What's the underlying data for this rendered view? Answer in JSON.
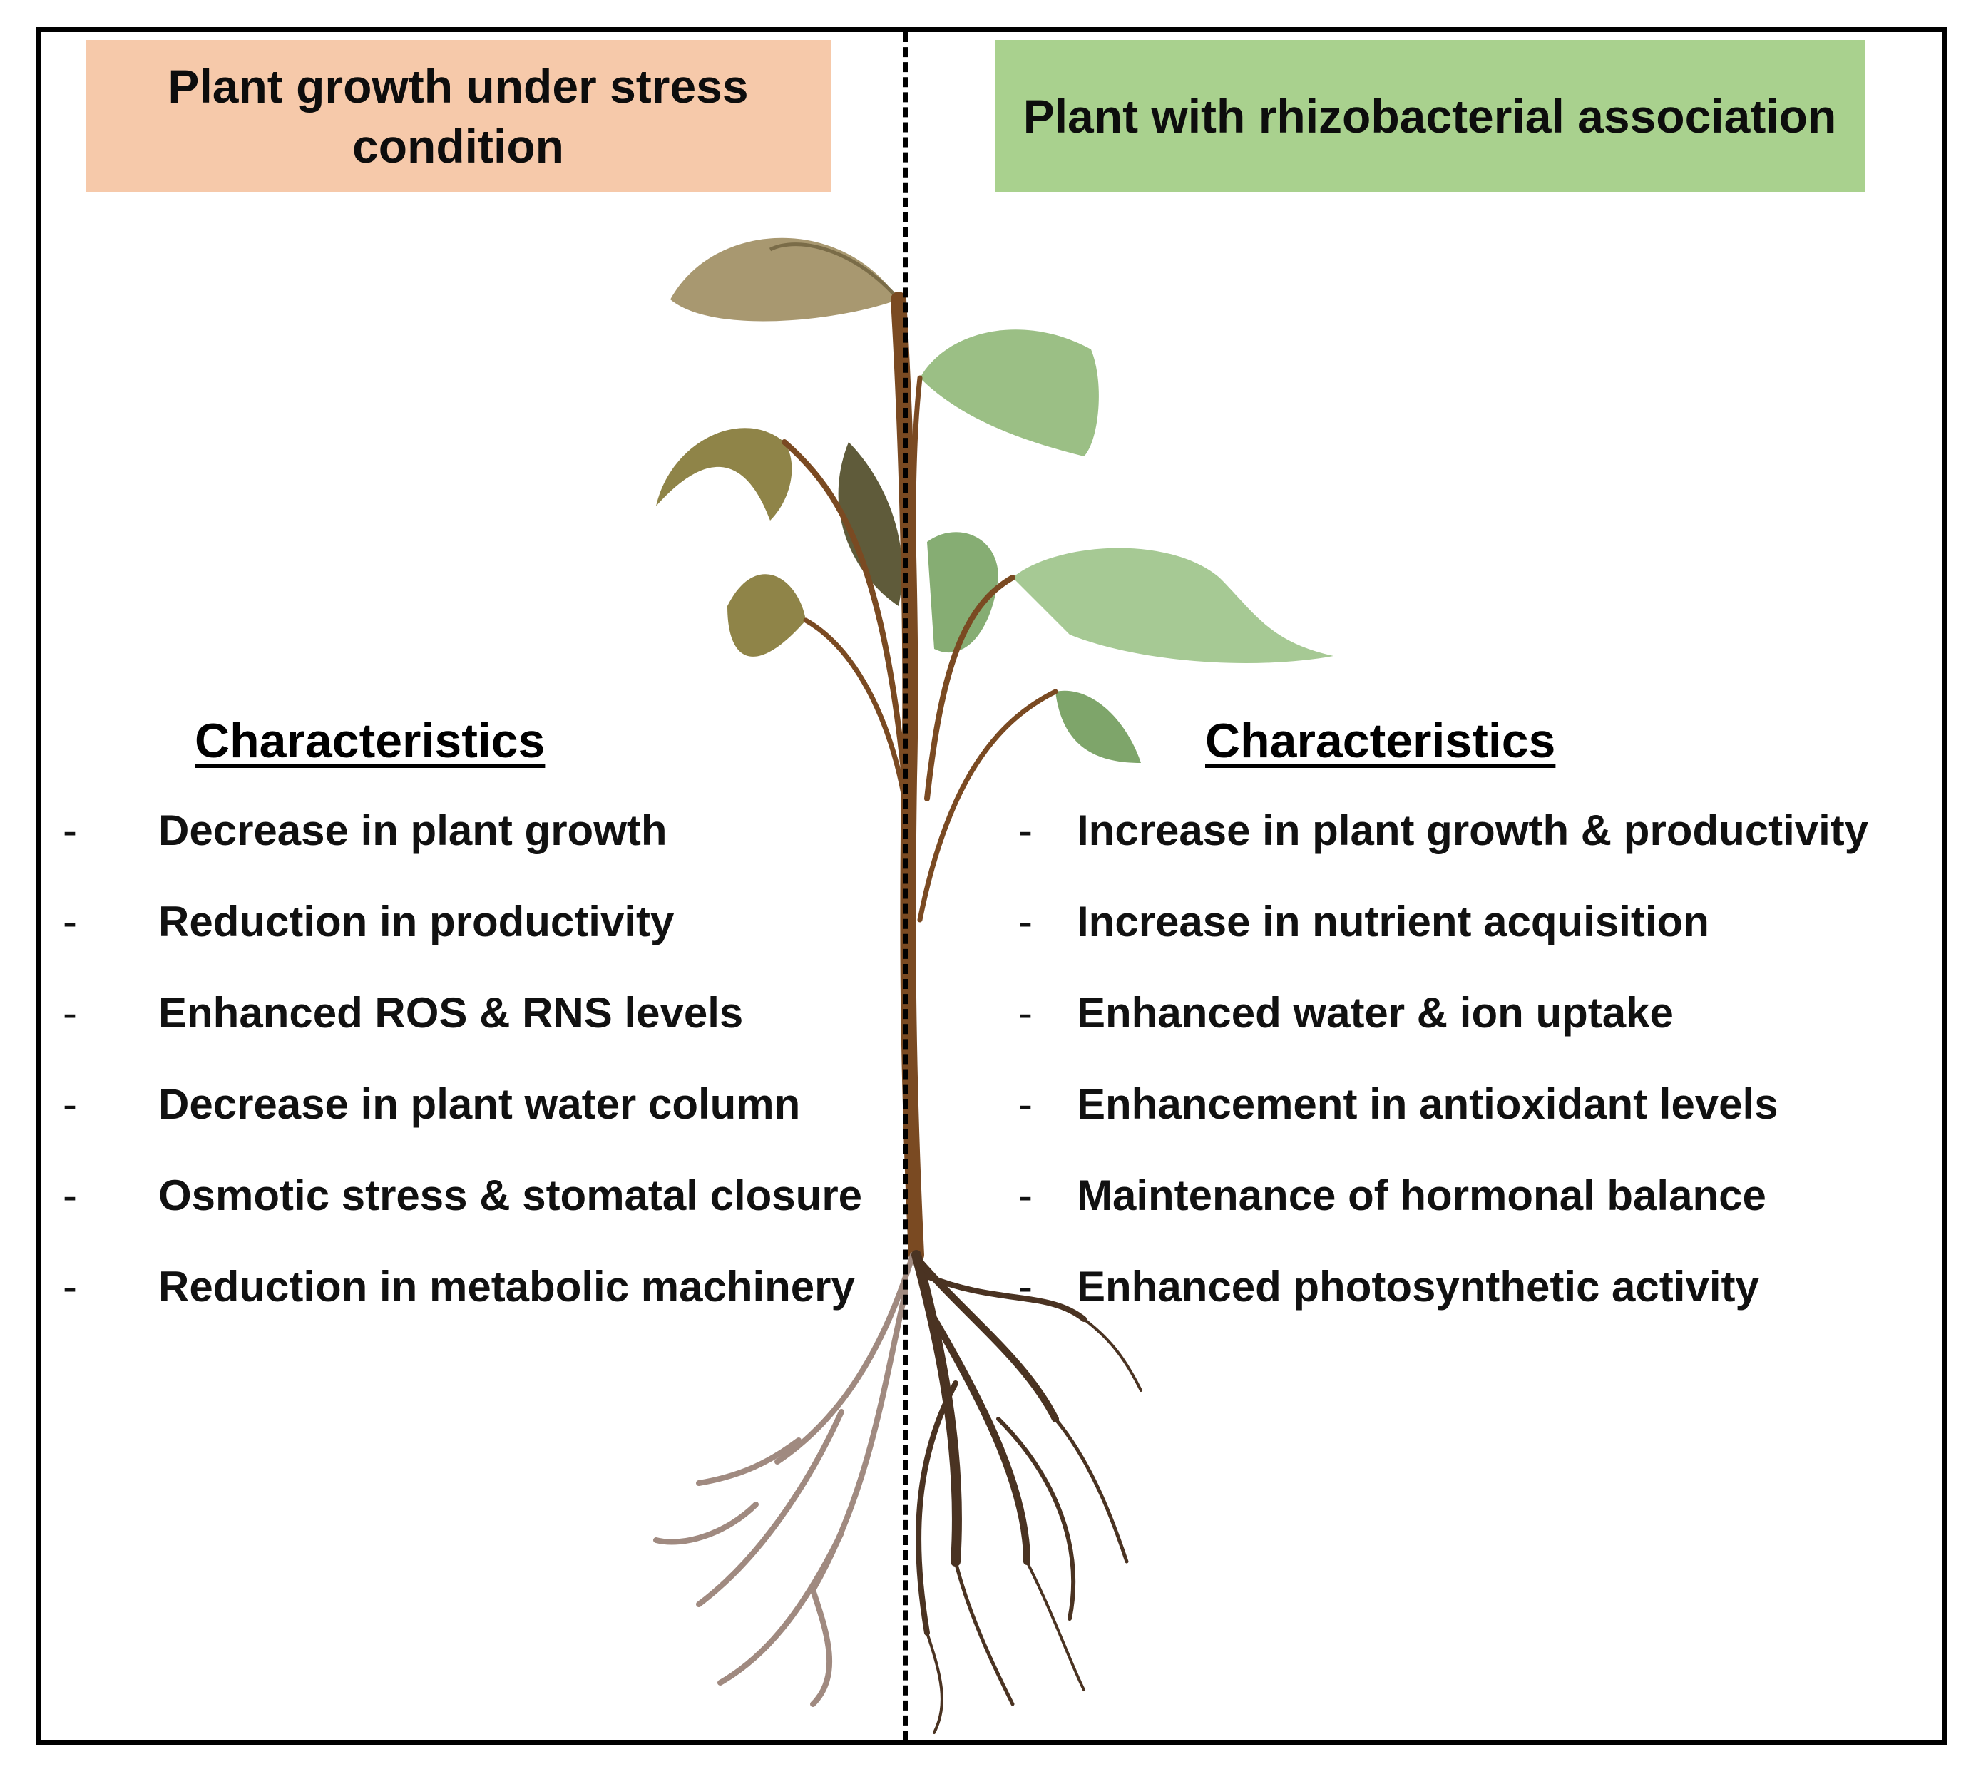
{
  "left_panel": {
    "header": "Plant growth under stress condition",
    "section_title": "Characteristics",
    "items": [
      "Decrease in plant growth",
      "Reduction in productivity",
      "Enhanced ROS & RNS levels",
      "Decrease in plant water column",
      "Osmotic stress & stomatal closure",
      "Reduction in metabolic machinery"
    ],
    "header_color": "#f6c9aa"
  },
  "right_panel": {
    "header": "Plant with rhizobacterial association",
    "section_title": "Characteristics",
    "items": [
      "Increase in plant growth & productivity",
      "Increase in nutrient acquisition",
      "Enhanced water & ion uptake",
      "Enhancement in antioxidant levels",
      "Maintenance of hormonal balance",
      "Enhanced photosynthetic activity"
    ],
    "header_color": "#a9d18e"
  },
  "bullet": "-",
  "colors": {
    "stressed_leaf": "#8c8449",
    "healthy_leaf": "#9bbf7e",
    "stem": "#7a4a22",
    "roots_stressed": "#a08a80",
    "roots_healthy": "#4a3322"
  }
}
